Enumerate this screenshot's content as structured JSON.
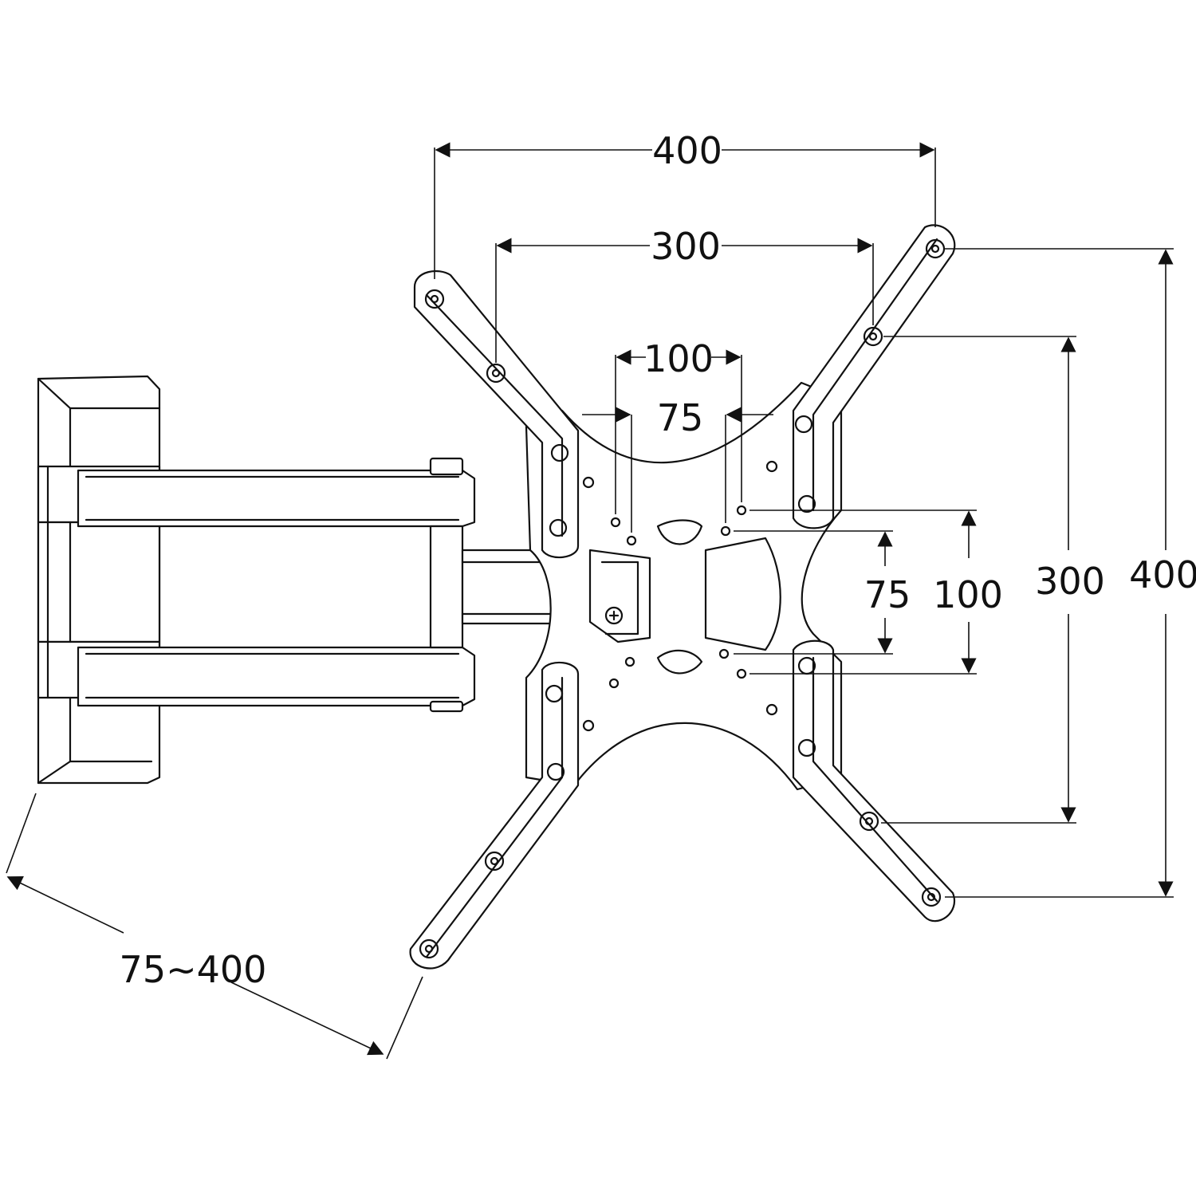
{
  "diagram": {
    "vesa_horizontal": {
      "outer": "400",
      "middle": "300",
      "inner_100": "100",
      "inner_75": "75"
    },
    "vesa_vertical": {
      "inner_75": "75",
      "inner_100": "100",
      "middle": "300",
      "outer": "400"
    },
    "extension_range": "75~400"
  }
}
